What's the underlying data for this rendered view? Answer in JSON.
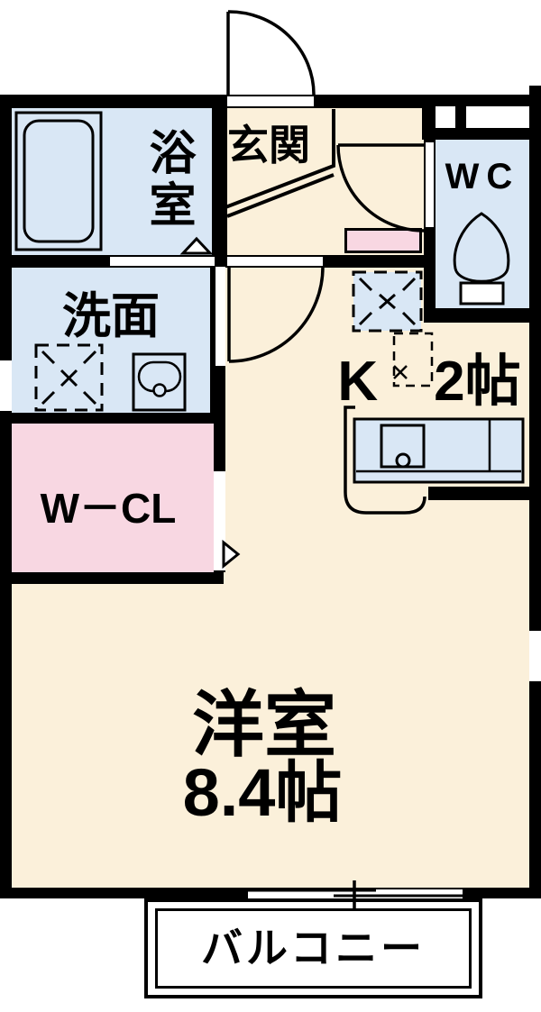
{
  "floorplan": {
    "rooms": {
      "bath": "浴室",
      "entrance": "玄関",
      "toilet": "WC",
      "washroom": "洗面",
      "kitchen": "K　2帖",
      "walk_in_closet": "W－CL",
      "western_room_line1": "洋室",
      "western_room_line2": "8.4帖",
      "balcony": "バルコニー"
    },
    "colors": {
      "wall": "#000000",
      "wet": "#d9e7f5",
      "living": "#fbf0da",
      "closet": "#f8d7e2",
      "mat": "#f8d7e2",
      "bg": "#ffffff"
    }
  }
}
